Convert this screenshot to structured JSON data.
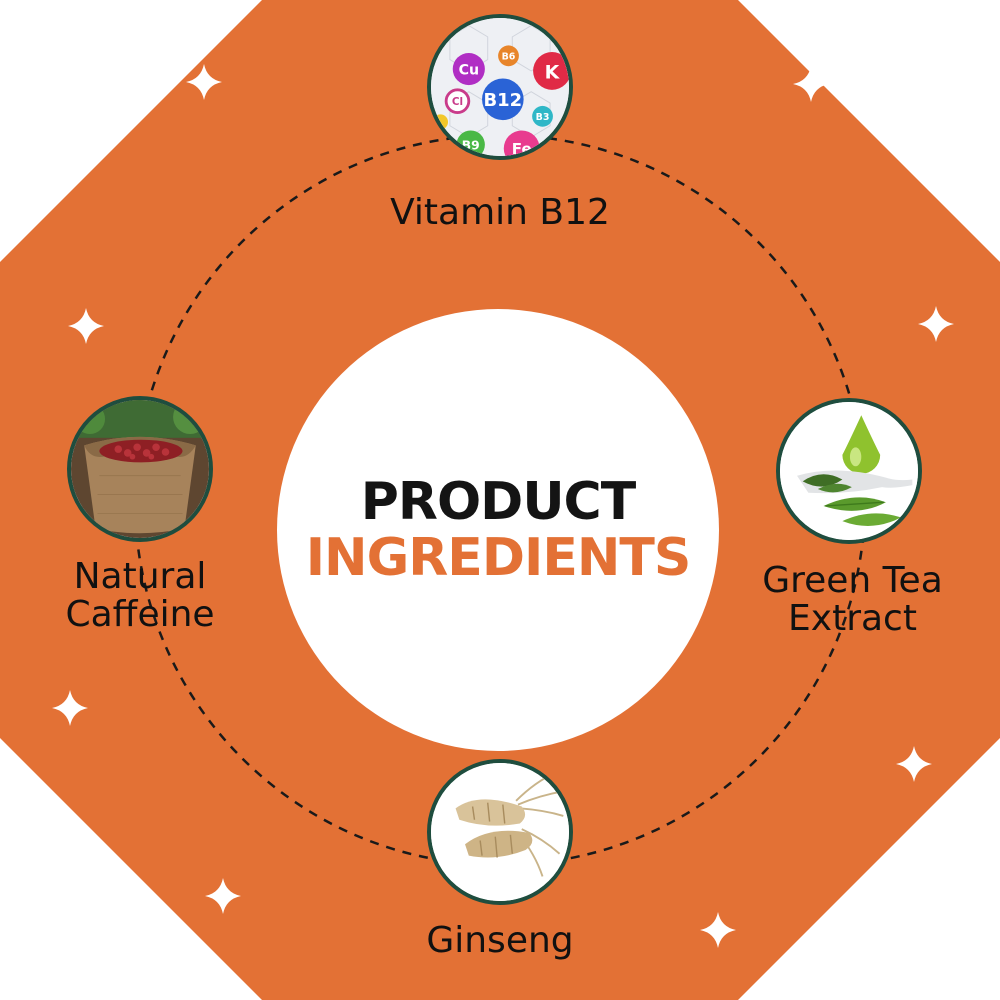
{
  "title": {
    "line1": "PRODUCT",
    "line2": "INGREDIENTS"
  },
  "colors": {
    "background": "#e37135",
    "accent": "#e37135",
    "ring_border": "#1f4d3e",
    "text": "#111111",
    "sparkle": "#ffffff"
  },
  "ingredients": [
    {
      "label_lines": [
        "Vitamin B12"
      ],
      "icon": "vitamins-icon"
    },
    {
      "label_lines": [
        "Green Tea",
        "Extract"
      ],
      "icon": "green-tea-icon"
    },
    {
      "label_lines": [
        "Ginseng"
      ],
      "icon": "ginseng-root-icon"
    },
    {
      "label_lines": [
        "Natural",
        "Caffeine"
      ],
      "icon": "coffee-bean-sack-icon"
    }
  ],
  "vitamin_bubbles": [
    "Cu",
    "B6",
    "K",
    "Cl",
    "B12",
    "B3",
    "B9",
    "Fe"
  ]
}
